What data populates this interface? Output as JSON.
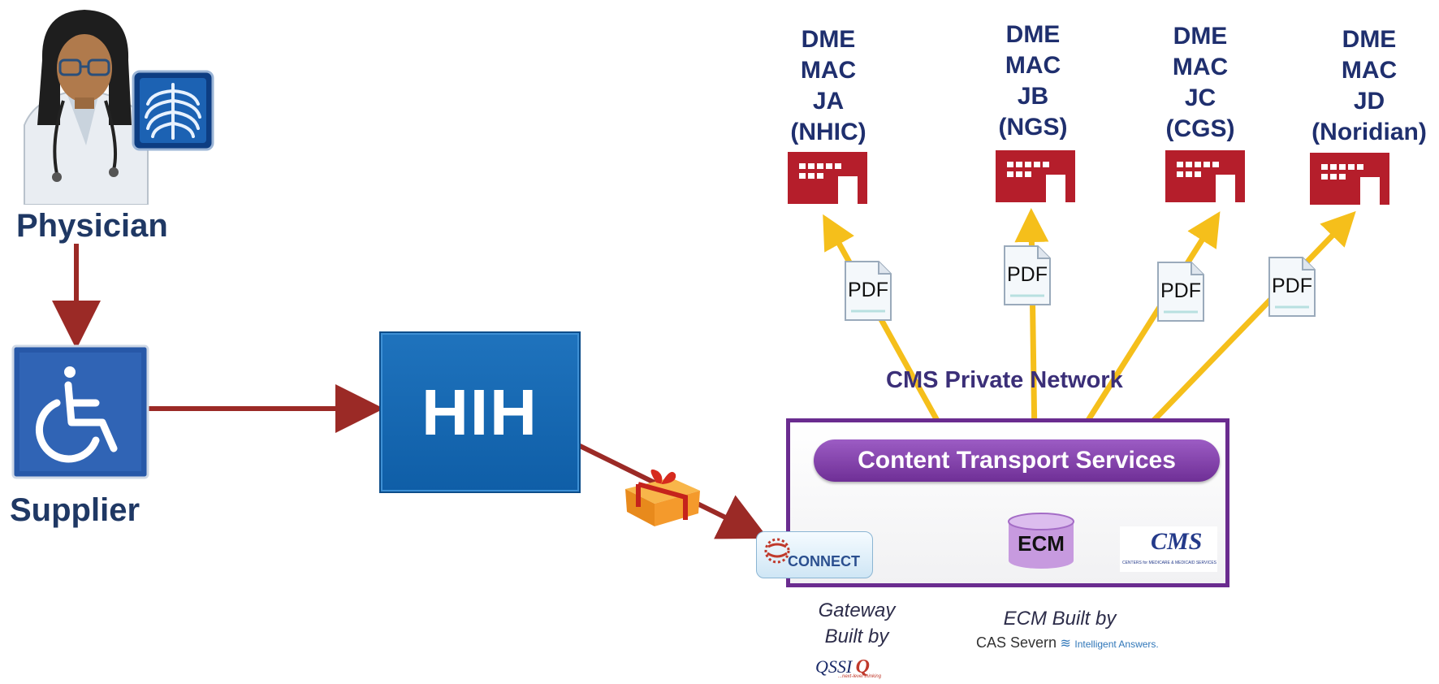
{
  "physician": {
    "label": "Physician"
  },
  "supplier": {
    "label": "Supplier"
  },
  "hih": {
    "label": "HIH"
  },
  "network": {
    "label": "CMS Private Network"
  },
  "content_transport": {
    "label": "Content Transport Services"
  },
  "ecm": {
    "label": "ECM"
  },
  "connect": {
    "label": "CONNECT"
  },
  "cms_logo": {
    "label": "CMS",
    "sub": "CENTERS for MEDICARE & MEDICAID SERVICES"
  },
  "gateway_caption": {
    "line1": "Gateway",
    "line2": "Built by",
    "vendor": "QSSI",
    "vendor_tagline": "...next-level thinking"
  },
  "ecm_caption": {
    "line1": "ECM Built by",
    "vendor": "CAS Severn",
    "vendor_tagline": "Intelligent Answers."
  },
  "macs": [
    {
      "lines": [
        "DME",
        "MAC",
        "JA",
        "(NHIC)"
      ]
    },
    {
      "lines": [
        "DME",
        "MAC",
        "JB",
        "(NGS)"
      ]
    },
    {
      "lines": [
        "DME",
        "MAC",
        "JC",
        "(CGS)"
      ]
    },
    {
      "lines": [
        "DME",
        "MAC",
        "JD",
        "(Noridian)"
      ]
    }
  ],
  "pdf_label": "PDF",
  "colors": {
    "flow_red": "#9b2a26",
    "pdf_arrow": "#f5bf1b",
    "purple": "#6a2c8f",
    "building": "#b51e2b",
    "hih_blue": "#1565b0",
    "text_navy": "#1f3864"
  }
}
